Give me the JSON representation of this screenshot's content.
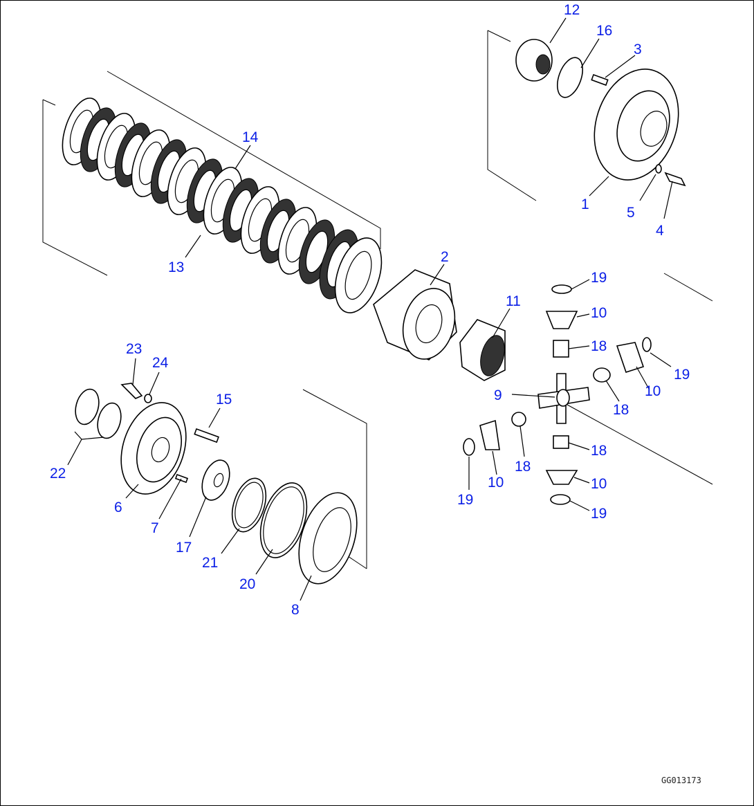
{
  "diagram": {
    "part_numbers": [
      "1",
      "2",
      "3",
      "4",
      "5",
      "6",
      "7",
      "8",
      "9",
      "10",
      "10",
      "10",
      "10",
      "11",
      "12",
      "13",
      "14",
      "15",
      "16",
      "17",
      "18",
      "18",
      "18",
      "18",
      "19",
      "19",
      "19",
      "19",
      "20",
      "21",
      "22",
      "23",
      "24"
    ],
    "drawing_code": "GG013173",
    "colors": {
      "callout": "#0a1ee6",
      "line": "#000000",
      "background": "#ffffff"
    }
  }
}
